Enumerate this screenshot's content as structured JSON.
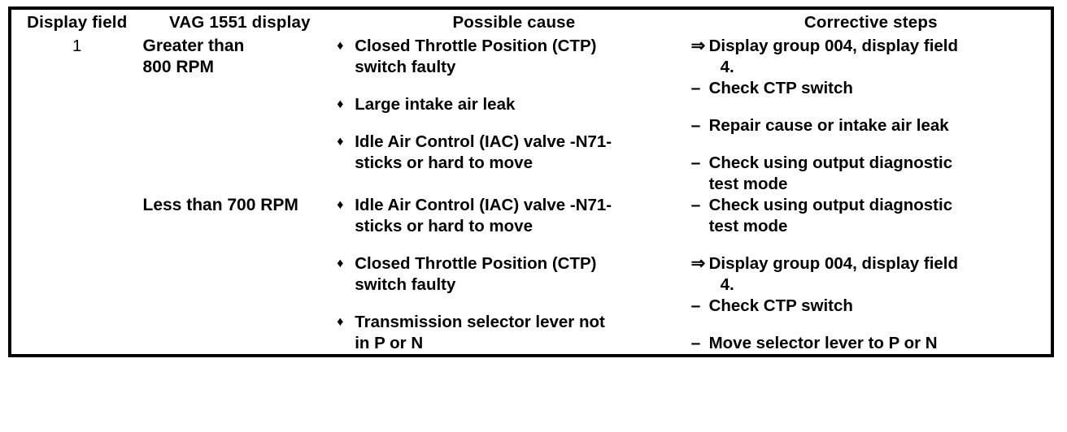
{
  "table": {
    "headers": [
      "Display field",
      "VAG 1551 display",
      "Possible cause",
      "Corrective steps"
    ],
    "display_field_value": "1",
    "rows": [
      {
        "vag_display_line1": "Greater than",
        "vag_display_line2": "800 RPM",
        "causes": [
          {
            "marker": "♦",
            "line1": "Closed Throttle Position (CTP)",
            "line2": "switch faulty"
          },
          {
            "marker": "♦",
            "line1": "Large intake air leak",
            "line2": ""
          },
          {
            "marker": "♦",
            "line1": "Idle Air Control (IAC) valve -N71-",
            "line2": "sticks or hard to move"
          }
        ],
        "steps": [
          {
            "marker": "⇒",
            "line1": "Display group 004, display field",
            "line2": "4."
          },
          {
            "marker": "–",
            "line1": "Check CTP switch",
            "line2": ""
          },
          {
            "marker": "–",
            "line1": "Repair cause or intake air leak",
            "line2": ""
          },
          {
            "marker": "–",
            "line1": "Check using output diagnostic",
            "line2": "test mode"
          }
        ]
      },
      {
        "vag_display_line1": "Less than 700 RPM",
        "vag_display_line2": "",
        "causes": [
          {
            "marker": "♦",
            "line1": "Idle Air Control (IAC) valve -N71-",
            "line2": "sticks or hard to move"
          },
          {
            "marker": "♦",
            "line1": "Closed Throttle Position (CTP)",
            "line2": "switch faulty"
          },
          {
            "marker": "♦",
            "line1": "Transmission selector lever not",
            "line2": "in P or N"
          }
        ],
        "steps": [
          {
            "marker": "–",
            "line1": "Check using output diagnostic",
            "line2": "test mode"
          },
          {
            "marker": "⇒",
            "line1": "Display group 004, display field",
            "line2": "4."
          },
          {
            "marker": "–",
            "line1": "Check CTP switch",
            "line2": ""
          },
          {
            "marker": "–",
            "line1": "Move selector lever to P or N",
            "line2": ""
          }
        ]
      }
    ]
  },
  "colors": {
    "text": "#000000",
    "background": "#ffffff",
    "border": "#000000"
  }
}
